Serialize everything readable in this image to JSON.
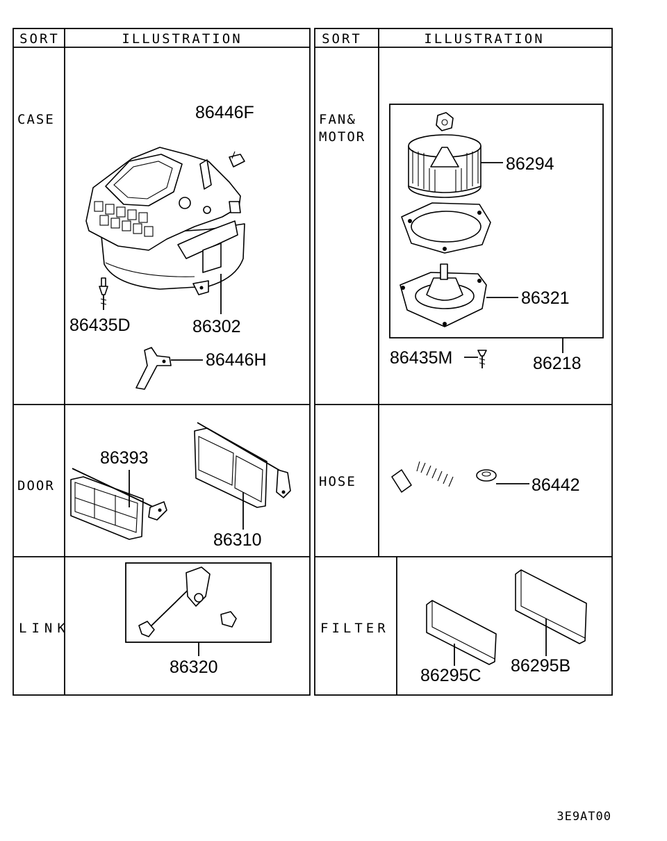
{
  "left_table": {
    "header": {
      "sort": "SORT",
      "illustration": "ILLUSTRATION"
    },
    "rows": {
      "case": {
        "sort": "CASE",
        "parts": [
          "86446F",
          "86435D",
          "86302",
          "86446H"
        ]
      },
      "door": {
        "sort": "DOOR",
        "parts": [
          "86393",
          "86310"
        ]
      },
      "link": {
        "sort": "LINK",
        "parts": [
          "86320"
        ]
      }
    }
  },
  "right_table": {
    "header": {
      "sort": "SORT",
      "illustration": "ILLUSTRATION"
    },
    "rows": {
      "fan_motor": {
        "sort_line1": "FAN&",
        "sort_line2": "MOTOR",
        "parts": [
          "86294",
          "86321",
          "86435M",
          "86218"
        ]
      },
      "hose": {
        "sort": "HOSE",
        "parts": [
          "86442"
        ]
      },
      "filter": {
        "sort": "FILTER",
        "parts": [
          "86295C",
          "86295B"
        ]
      }
    }
  },
  "figure_code": "3E9AT00"
}
